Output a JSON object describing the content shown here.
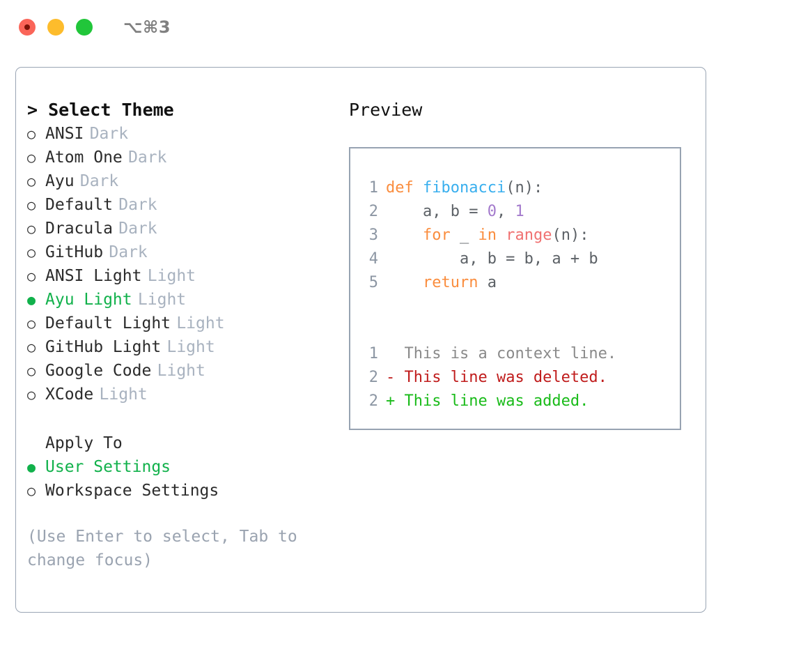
{
  "window": {
    "shortcut": "⌥⌘3",
    "traffic_lights": [
      {
        "name": "close",
        "color": "#FA6559"
      },
      {
        "name": "minimize",
        "color": "#FDBC2C"
      },
      {
        "name": "maximize",
        "color": "#21C63A"
      }
    ]
  },
  "theme_list": {
    "title": "> Select Theme",
    "bullet_selected": "●",
    "bullet_unselected": "○",
    "items": [
      {
        "label": "ANSI",
        "tag": "Dark",
        "selected": false
      },
      {
        "label": "Atom One",
        "tag": "Dark",
        "selected": false
      },
      {
        "label": "Ayu",
        "tag": "Dark",
        "selected": false
      },
      {
        "label": "Default",
        "tag": "Dark",
        "selected": false
      },
      {
        "label": "Dracula",
        "tag": "Dark",
        "selected": false
      },
      {
        "label": "GitHub",
        "tag": "Dark",
        "selected": false
      },
      {
        "label": "ANSI Light",
        "tag": "Light",
        "selected": false
      },
      {
        "label": "Ayu Light",
        "tag": "Light",
        "selected": true
      },
      {
        "label": "Default Light",
        "tag": "Light",
        "selected": false
      },
      {
        "label": "GitHub Light",
        "tag": "Light",
        "selected": false
      },
      {
        "label": "Google Code",
        "tag": "Light",
        "selected": false
      },
      {
        "label": "XCode",
        "tag": "Light",
        "selected": false
      }
    ]
  },
  "apply_to": {
    "title": "Apply To",
    "items": [
      {
        "label": "User Settings",
        "selected": true
      },
      {
        "label": "Workspace Settings",
        "selected": false
      }
    ]
  },
  "hint": "(Use Enter to select, Tab to change focus)",
  "preview": {
    "title": "Preview",
    "code_lines": [
      {
        "number": "1",
        "tokens": [
          {
            "text": "def ",
            "type": "kw"
          },
          {
            "text": "fibonacci",
            "type": "fn"
          },
          {
            "text": "(n):",
            "type": "txt"
          }
        ]
      },
      {
        "number": "2",
        "tokens": [
          {
            "text": "    a, b = ",
            "type": "txt"
          },
          {
            "text": "0",
            "type": "num"
          },
          {
            "text": ", ",
            "type": "txt"
          },
          {
            "text": "1",
            "type": "num"
          }
        ]
      },
      {
        "number": "3",
        "tokens": [
          {
            "text": "    ",
            "type": "txt"
          },
          {
            "text": "for",
            "type": "kw"
          },
          {
            "text": " _ ",
            "type": "txt"
          },
          {
            "text": "in",
            "type": "kw"
          },
          {
            "text": " ",
            "type": "txt"
          },
          {
            "text": "range",
            "type": "call"
          },
          {
            "text": "(n):",
            "type": "txt"
          }
        ]
      },
      {
        "number": "4",
        "tokens": [
          {
            "text": "        a, b = b, a + b",
            "type": "txt"
          }
        ]
      },
      {
        "number": "5",
        "tokens": [
          {
            "text": "    ",
            "type": "txt"
          },
          {
            "text": "return",
            "type": "kw"
          },
          {
            "text": " a",
            "type": "txt"
          }
        ]
      }
    ],
    "diff_lines": [
      {
        "number": "1",
        "marker": "  ",
        "text": "This is a context line.",
        "type": "ctx"
      },
      {
        "number": "2",
        "marker": "- ",
        "text": "This line was deleted.",
        "type": "del"
      },
      {
        "number": "2",
        "marker": "+ ",
        "text": "This line was added.",
        "type": "add"
      }
    ]
  },
  "colors": {
    "accent_green": "#11B14B",
    "muted_tag": "#A8B2BF",
    "hint_gray": "#9AA3B0",
    "line_number": "#8C96A3",
    "keyword": "#FA8D3E",
    "function": "#39AFEE",
    "number": "#A37ACC",
    "call": "#F07171",
    "diff_delete": "#C01C1C",
    "diff_add": "#19BB19",
    "panel_border": "#9AA5B4"
  }
}
